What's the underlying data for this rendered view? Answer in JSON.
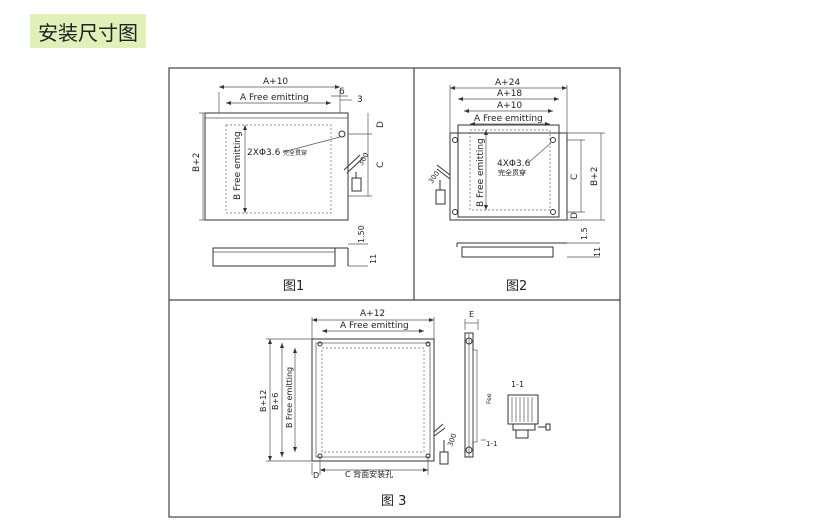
{
  "section_title": "安装尺寸图",
  "fig1": {
    "caption": "图1",
    "labels": {
      "top_width": "A+10",
      "free_width": "A Free emitting",
      "six": "6",
      "three": "3",
      "hole_note": "2XΦ3.6",
      "hole_sub": "完全贯穿",
      "d": "D",
      "c": "C",
      "dim300": "300",
      "height_total": "B+2",
      "free_height": "B Free emitting",
      "side_150": "1.50",
      "side_11": "11"
    }
  },
  "fig2": {
    "caption": "图2",
    "labels": {
      "w24": "A+24",
      "w18": "A+18",
      "w10": "A+10",
      "free_width": "A Free emitting",
      "hole_note": "4XΦ3.6",
      "hole_sub": "完全贯穿",
      "dim300": "300",
      "free_height": "B Free emitting",
      "c": "C",
      "d": "D",
      "height_total": "B+2",
      "side_15": "1.5",
      "side_11": "11"
    }
  },
  "fig3": {
    "caption": "图 3",
    "labels": {
      "w12": "A+12",
      "free_width": "A Free emitting",
      "h12": "B+12",
      "h6": "B+6",
      "free_height": "B Free emitting",
      "d": "D",
      "c_back": "C 背面安装孔",
      "dim300": "300",
      "e": "E",
      "fee": "Fee",
      "sec1": "1-1",
      "sec2": "1-1"
    }
  }
}
